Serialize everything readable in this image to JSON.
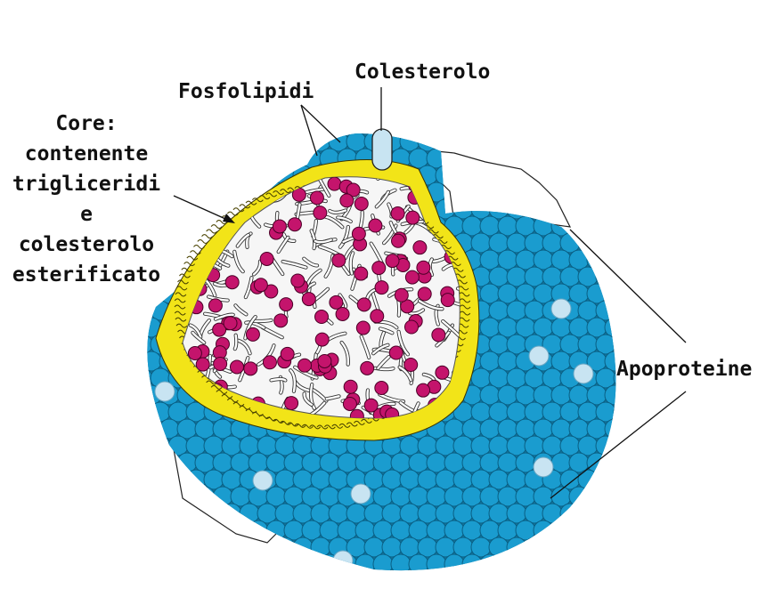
{
  "labels": {
    "colesterolo": "Colesterolo",
    "fosfolipidi": "Fosfolipidi",
    "apoproteine": "Apoproteine",
    "core_lines": [
      "Core:",
      "contenente",
      "trigliceridi",
      "e",
      "colesterolo",
      "esterificato"
    ]
  },
  "colors": {
    "phospholipid_head": "#1a9ccf",
    "phospholipid_head_outline": "#0a5f84",
    "tail_layer": "#f2e418",
    "cholesteryl_ester": "#c4146c",
    "apoprotein": "#c8e4f2",
    "outline": "#222222"
  }
}
